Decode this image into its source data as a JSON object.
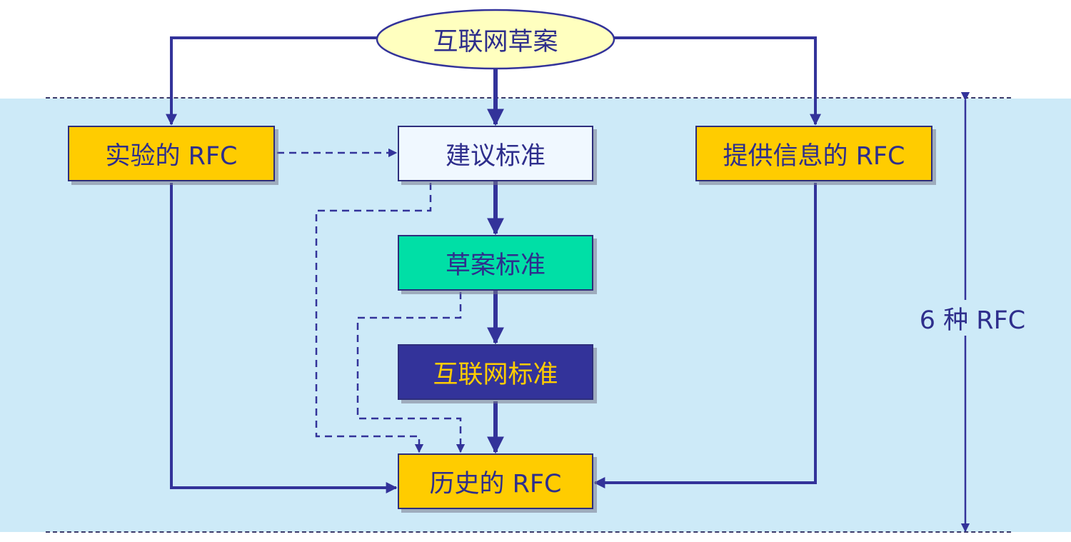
{
  "diagram": {
    "draft": "互联网草案",
    "experimental": "实验的 RFC",
    "proposed": "建议标准",
    "informational": "提供信息的 RFC",
    "draft_standard": "草案标准",
    "internet_standard": "互联网标准",
    "historic": "历史的 RFC",
    "rfc_count": "6 种 RFC"
  },
  "colors": {
    "band": "#cdeaf8",
    "line": "#33339a",
    "yellow": "#ffcc00",
    "teal": "#00dfa6",
    "navy": "#33339a",
    "ellipse": "#ffffbf"
  }
}
